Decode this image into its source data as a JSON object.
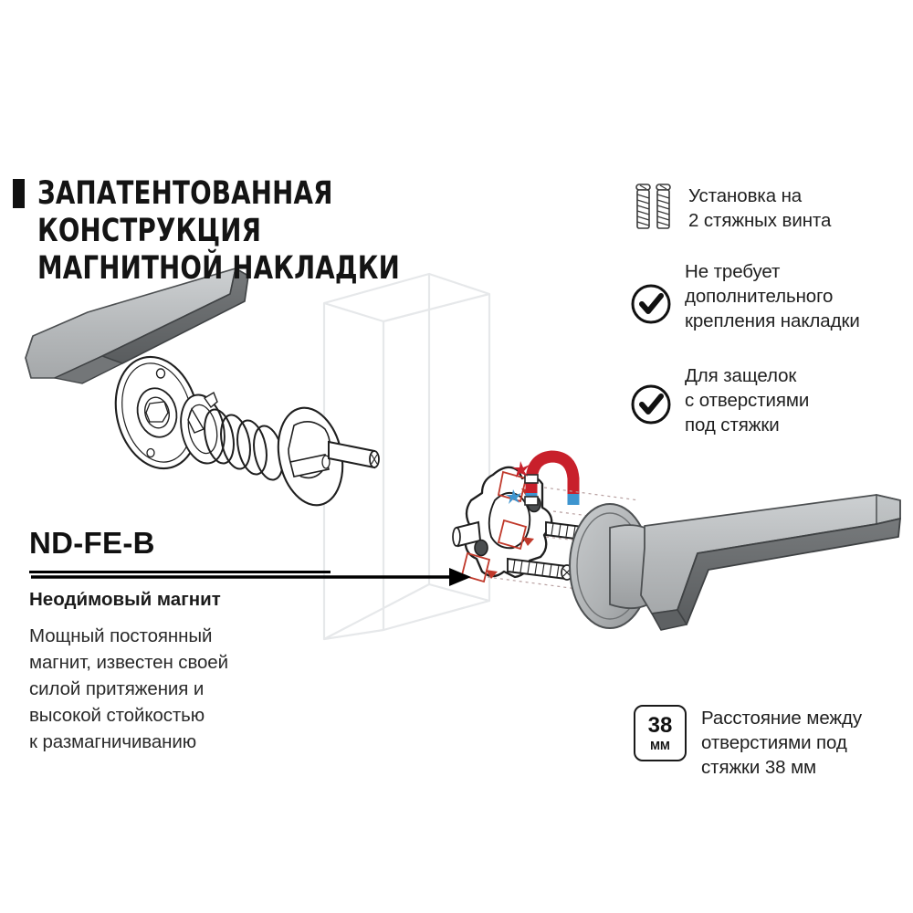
{
  "heading": {
    "bullet": "square-bullet",
    "text": "ЗАПАТЕНТОВАННАЯ КОНСТРУКЦИЯ\nМАГНИТНОЙ НАКЛАДКИ"
  },
  "features": [
    {
      "icon": "two-screws-icon",
      "text": "Установка на\n2 стяжных винта"
    },
    {
      "icon": "check-circle-icon",
      "text": "Не требует\nдополнительного\nкрепления накладки"
    },
    {
      "icon": "check-circle-icon",
      "text": "Для защелок\nс отверстиями\nпод стяжки"
    }
  ],
  "callout": {
    "title": "ND-FE-B",
    "subtitle": "Неоди́мовый магнит",
    "body": "Мощный постоянный\nмагнит, известен своей\nсилой притяжения и\nвысокой стойкостью\nк размагничиванию"
  },
  "distance": {
    "badge_value": "38",
    "badge_unit": "мм",
    "text": "Расстояние между\nотверстиями под\nстяжки 38 мм"
  },
  "colors": {
    "background": "#ffffff",
    "text": "#1a1a1a",
    "heading": "#141414",
    "rule": "#000000",
    "magnet_north": "#c8202b",
    "magnet_south": "#3e95cf",
    "magnet_indicator": "#c0392b",
    "handle_light": "#b9bcbe",
    "handle_dark": "#6d7072",
    "door_outline": "#e8eaec",
    "line_art": "#1a1a1a"
  },
  "illustration": {
    "parts": [
      "door-handle-lever-left",
      "exploded-rosette-plate",
      "exploded-spring",
      "exploded-inner-plate",
      "spindle-bar",
      "magnetic-cover-plate",
      "horseshoe-magnet",
      "tie-screw-upper",
      "tie-screw-lower",
      "door-panel-outline",
      "door-handle-lever-right",
      "leader-arrow"
    ]
  }
}
